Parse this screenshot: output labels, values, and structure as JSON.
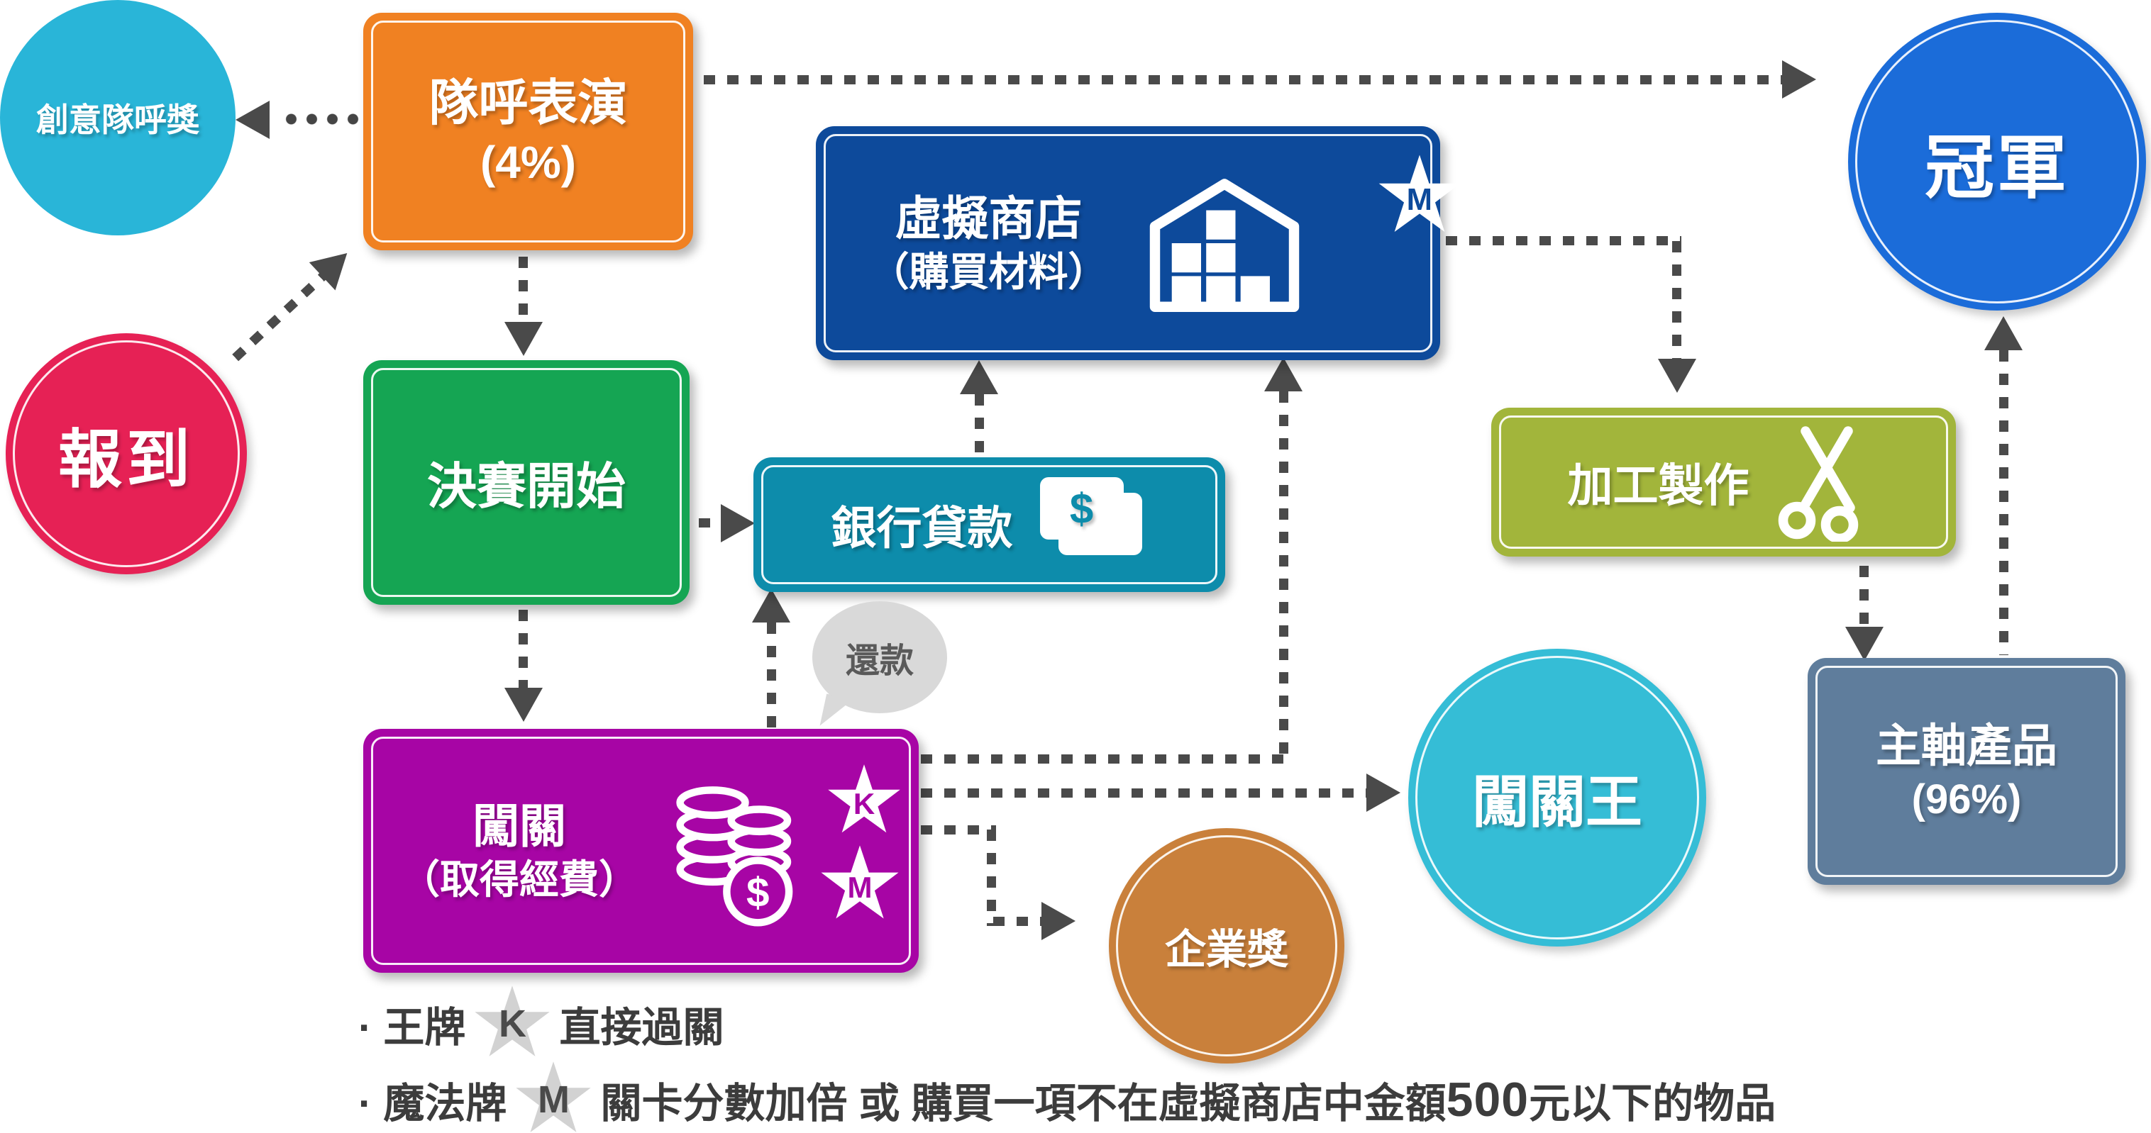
{
  "nodes": {
    "creative_award": {
      "label": "創意隊呼獎"
    },
    "cheer": {
      "title": "隊呼表演",
      "subtitle": "(4%)"
    },
    "checkin": {
      "label": "報到"
    },
    "final_start": {
      "label": "決賽開始"
    },
    "bank_loan": {
      "label": "銀行貸款",
      "bill_symbol": "$"
    },
    "virtual_store": {
      "title": "虛擬商店",
      "subtitle": "（購買材料）",
      "badge": "M"
    },
    "repayment": {
      "label": "還款"
    },
    "challenge": {
      "title": "闖關",
      "subtitle": "（取得經費）",
      "badge_top": "K",
      "badge_bottom": "M",
      "coin_symbol": "$"
    },
    "enterprise_award": {
      "label": "企業獎"
    },
    "challenge_king": {
      "label": "闖關王"
    },
    "processing": {
      "label": "加工製作"
    },
    "main_product": {
      "title": "主軸產品",
      "subtitle": "(96%)"
    },
    "champion": {
      "label": "冠軍"
    }
  },
  "legend": {
    "line1": {
      "bullet_label": "· 王牌",
      "star_letter": "K",
      "text": "直接過關"
    },
    "line2": {
      "bullet_label": "· 魔法牌",
      "star_letter": "M",
      "text_before": "關卡分數加倍 或 購買一項不在虛擬商店中金額",
      "amount": "500",
      "text_after": "元以下的物品"
    }
  },
  "icons": {
    "bank_loan": "dollar-bill-icon",
    "virtual_store": "warehouse-icon",
    "virtual_store_badge": "m-star-icon",
    "challenge": "coin-stack-icon",
    "challenge_badge_top": "k-star-icon",
    "challenge_badge_bottom": "m-star-icon",
    "processing": "scissors-icon"
  },
  "colors": {
    "creative_award": "#29b5d8",
    "cheer": "#f08122",
    "checkin": "#e62155",
    "final_start": "#15a553",
    "bank_loan": "#0d8cab",
    "virtual_store": "#0d4a9b",
    "repayment_bubble": "#d9d9d9",
    "challenge": "#a705a5",
    "enterprise_award": "#c9803b",
    "challenge_king": "#35bdd6",
    "processing": "#a2b53b",
    "main_product": "#5f7d9c",
    "champion": "#1b6cd9",
    "arrow": "#4a4a4a",
    "legend_star": "#d2d2d2"
  }
}
